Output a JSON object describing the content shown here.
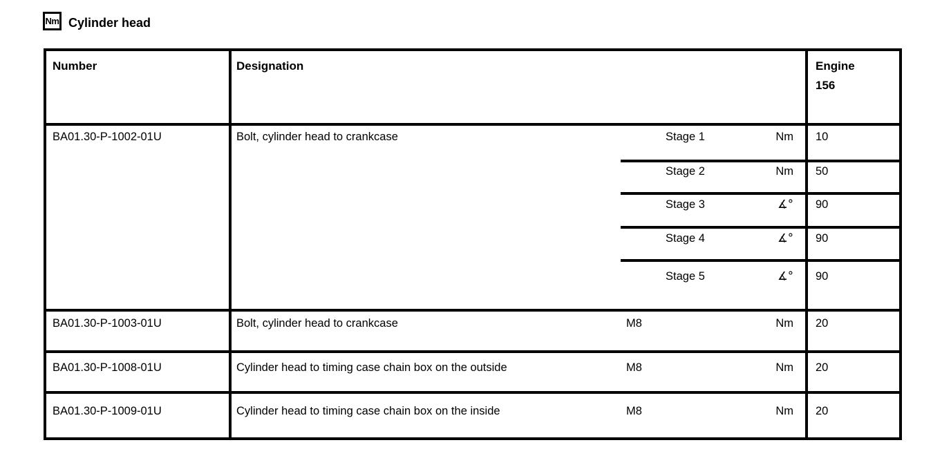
{
  "header": {
    "icon_label": "Nm",
    "title": "Cylinder head"
  },
  "table": {
    "columns": {
      "number": "Number",
      "designation": "Designation",
      "engine_line1": "Engine",
      "engine_line2": "156"
    },
    "rows": [
      {
        "number": "BA01.30-P-1002-01U",
        "designation": "Bolt, cylinder head to crankcase",
        "stages": [
          {
            "label": "Stage 1",
            "unit": "Nm",
            "value": "10"
          },
          {
            "label": "Stage 2",
            "unit": "Nm",
            "value": "50"
          },
          {
            "label": "Stage 3",
            "unit": "∡°",
            "value": "90"
          },
          {
            "label": "Stage 4",
            "unit": "∡°",
            "value": "90"
          },
          {
            "label": "Stage 5",
            "unit": "∡°",
            "value": "90"
          }
        ]
      },
      {
        "number": "BA01.30-P-1003-01U",
        "designation": "Bolt, cylinder head to crankcase",
        "size": "M8",
        "unit": "Nm",
        "value": "20"
      },
      {
        "number": "BA01.30-P-1008-01U",
        "designation": "Cylinder head to timing case chain box on the outside",
        "size": "M8",
        "unit": "Nm",
        "value": "20"
      },
      {
        "number": "BA01.30-P-1009-01U",
        "designation": "Cylinder head to timing case chain box on the inside",
        "size": "M8",
        "unit": "Nm",
        "value": "20"
      }
    ]
  },
  "colors": {
    "background": "#ffffff",
    "text": "#000000",
    "border": "#000000"
  }
}
